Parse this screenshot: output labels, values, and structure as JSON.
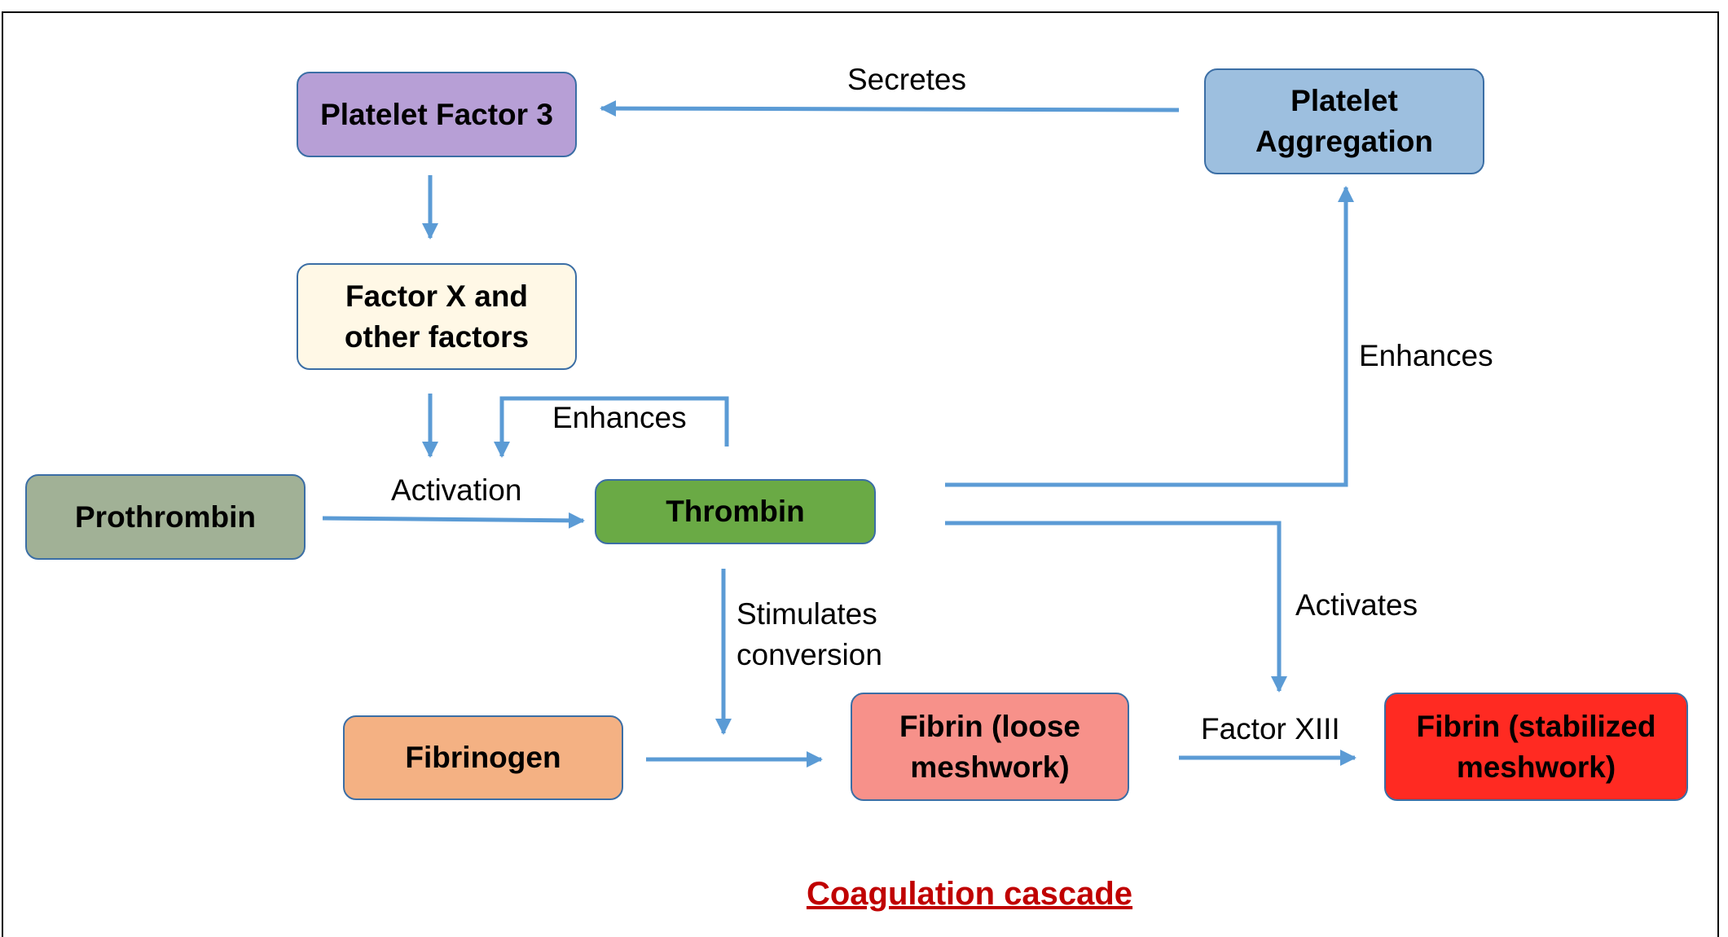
{
  "title": "Coagulation cascade",
  "nodes": {
    "platelet_factor_3": "Platelet Factor 3",
    "platelet_aggregation": "Platelet\nAggregation",
    "factor_x": "Factor X and\nother factors",
    "prothrombin": "Prothrombin",
    "thrombin": "Thrombin",
    "fibrinogen": "Fibrinogen",
    "fibrin_loose": "Fibrin (loose\nmeshwork)",
    "fibrin_stabilized": "Fibrin (stabilized\nmeshwork)"
  },
  "edges": {
    "secretes": "Secretes",
    "enhances_loop": "Enhances",
    "activation": "Activation",
    "enhances_right": "Enhances",
    "stimulates": "Stimulates\nconversion",
    "activates": "Activates",
    "factor_xiii": "Factor XIII"
  },
  "colors": {
    "platelet_factor_3": "#b79fd6",
    "platelet_aggregation": "#9dbfdf",
    "factor_x": "#fff8e6",
    "prothrombin": "#a1b196",
    "thrombin": "#6aaa45",
    "fibrinogen": "#f4b183",
    "fibrin_loose": "#f7918a",
    "fibrin_stabilized": "#ff2a22",
    "arrow": "#5b9bd5",
    "title": "#c00000"
  }
}
